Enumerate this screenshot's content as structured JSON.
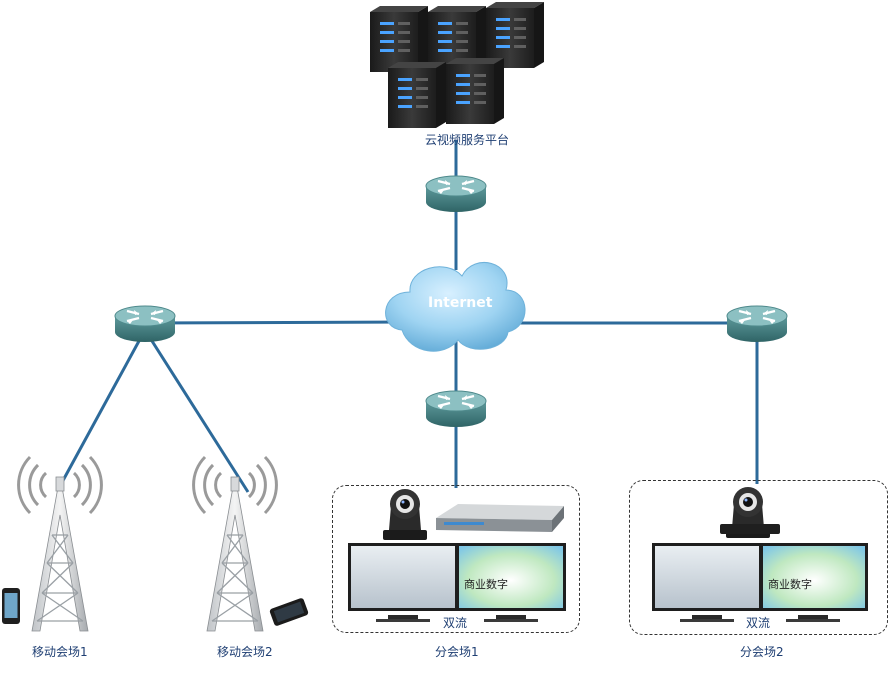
{
  "labels": {
    "platform": "云视频服务平台",
    "internet": "Internet",
    "mobile1": "移动会场1",
    "mobile2": "移动会场2",
    "branch1": "分会场1",
    "branch2": "分会场2",
    "dual_stream_1": "双流",
    "dual_stream_2": "双流",
    "screen_text_1": "商业数字",
    "screen_text_2": "商业数字"
  },
  "colors": {
    "link": "#2d6a9a",
    "router_body": "#4f8a8c",
    "router_top": "#8cc0c2",
    "cloud": "#8ec8e8",
    "server": "#2b2b2b",
    "server_led": "#4aa3ff",
    "label": "#1f3f73"
  },
  "icons": [
    "server-icon",
    "router-icon",
    "cloud-icon",
    "cell-tower-icon",
    "phone-icon",
    "ptz-camera-icon",
    "codec-icon",
    "display-icon"
  ]
}
